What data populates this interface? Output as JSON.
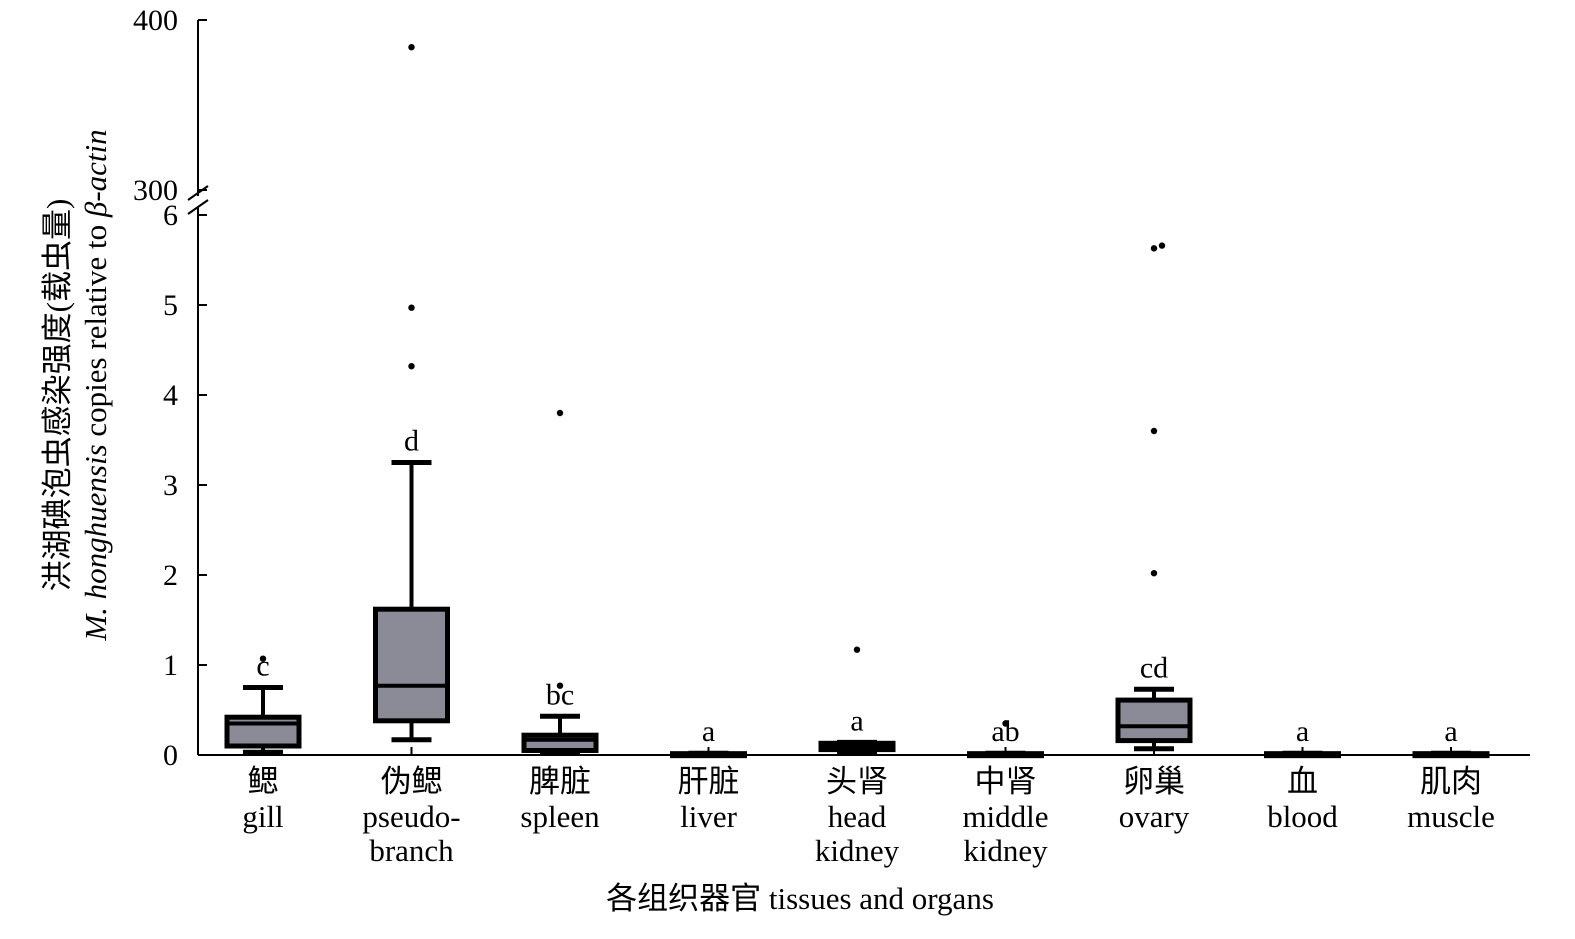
{
  "chart_data": {
    "type": "box",
    "xlabel": "各组织器官 tissues and organs",
    "ylabel_line1": "洪湖碘泡虫感染强度(载虫量)",
    "ylabel_line2": "M. honghuensis copies relative to β-actin",
    "y_axis": {
      "lower_range": [
        0,
        6
      ],
      "lower_ticks": [
        0,
        1,
        2,
        3,
        4,
        5,
        6
      ],
      "upper_range": [
        300,
        400
      ],
      "upper_ticks": [
        300,
        400
      ],
      "break_between": [
        6,
        300
      ]
    },
    "colors": {
      "box_fill": "#8b8b97",
      "stroke": "#000000"
    },
    "categories": [
      {
        "zh": "鳃",
        "en": [
          "gill"
        ],
        "sig": "c",
        "whisker_low": 0.03,
        "q1": 0.1,
        "median": 0.35,
        "q3": 0.42,
        "whisker_high": 0.75,
        "outliers": [
          1.07
        ]
      },
      {
        "zh": "伪鳃",
        "en": [
          "pseudo-",
          "branch"
        ],
        "sig": "d",
        "whisker_low": 0.17,
        "q1": 0.38,
        "median": 0.77,
        "q3": 1.62,
        "whisker_high": 3.25,
        "outliers": [
          4.32,
          4.97,
          384
        ]
      },
      {
        "zh": "脾脏",
        "en": [
          "spleen"
        ],
        "sig": "bc",
        "whisker_low": 0.02,
        "q1": 0.05,
        "median": 0.17,
        "q3": 0.22,
        "whisker_high": 0.43,
        "outliers": [
          0.77,
          3.8
        ]
      },
      {
        "zh": "肝脏",
        "en": [
          "liver"
        ],
        "sig": "a",
        "whisker_low": 0.0,
        "q1": 0.005,
        "median": 0.01,
        "q3": 0.015,
        "whisker_high": 0.02,
        "outliers": []
      },
      {
        "zh": "头肾",
        "en": [
          "head",
          "kidney"
        ],
        "sig": "a",
        "whisker_low": 0.03,
        "q1": 0.06,
        "median": 0.1,
        "q3": 0.13,
        "whisker_high": 0.14,
        "outliers": [
          1.17
        ]
      },
      {
        "zh": "中肾",
        "en": [
          "middle",
          "kidney"
        ],
        "sig": "ab",
        "whisker_low": 0.0,
        "q1": 0.005,
        "median": 0.01,
        "q3": 0.015,
        "whisker_high": 0.02,
        "outliers": [
          0.35
        ]
      },
      {
        "zh": "卵巢",
        "en": [
          "ovary"
        ],
        "sig": "cd",
        "whisker_low": 0.07,
        "q1": 0.16,
        "median": 0.32,
        "q3": 0.61,
        "whisker_high": 0.73,
        "outliers": [
          2.02,
          3.6,
          5.63,
          5.66
        ]
      },
      {
        "zh": "血",
        "en": [
          "blood"
        ],
        "sig": "a",
        "whisker_low": 0.0,
        "q1": 0.005,
        "median": 0.01,
        "q3": 0.015,
        "whisker_high": 0.02,
        "outliers": []
      },
      {
        "zh": "肌肉",
        "en": [
          "muscle"
        ],
        "sig": "a",
        "whisker_low": 0.0,
        "q1": 0.005,
        "median": 0.01,
        "q3": 0.015,
        "whisker_high": 0.02,
        "outliers": []
      }
    ]
  }
}
